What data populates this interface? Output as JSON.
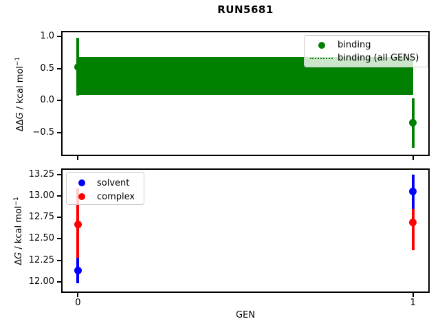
{
  "figure_title": "RUN5681",
  "colors": {
    "binding": "#008000",
    "solvent": "#0000ff",
    "complex": "#ff0000",
    "spine": "#000000",
    "legend_edge": "#cccccc"
  },
  "chart_data": [
    {
      "type": "scatter",
      "subplot": "top",
      "title": "RUN5681",
      "xlabel": "",
      "ylabel": "ΔΔG / kcal mol⁻¹",
      "ylabel_parts": {
        "prefix": "ΔΔ",
        "var": "G",
        "unit": " / kcal mol",
        "sup": "−1"
      },
      "x": [
        0,
        1
      ],
      "xlim": [
        -0.05,
        1.05
      ],
      "ylim": [
        -0.87,
        1.09
      ],
      "xticks": {
        "values": [
          0,
          1
        ],
        "labels": [
          "",
          ""
        ]
      },
      "yticks": {
        "values": [
          1.0,
          0.5,
          0.0,
          -0.5
        ],
        "labels": [
          "1.0",
          "0.5",
          "0.0",
          "−0.5"
        ]
      },
      "grid": false,
      "series": [
        {
          "name": "binding",
          "color": "#008000",
          "marker": "circle",
          "values": [
            0.53,
            -0.35
          ],
          "err": [
            0.45,
            0.39
          ]
        }
      ],
      "band": {
        "name": "binding (all GENS)",
        "color": "#008000",
        "lo": 0.09,
        "hi": 0.68,
        "center_line_style": "dotted"
      },
      "legend": {
        "position": "upper right",
        "entries": [
          {
            "label": "binding",
            "marker": "dot",
            "color": "#008000"
          },
          {
            "label": "binding (all GENS)",
            "marker": "dotted-line",
            "color": "#008000"
          }
        ]
      }
    },
    {
      "type": "scatter",
      "subplot": "bottom",
      "title": "",
      "xlabel": "GEN",
      "ylabel": "ΔG / kcal mol⁻¹",
      "ylabel_parts": {
        "prefix": "Δ",
        "var": "G",
        "unit": " / kcal mol",
        "sup": "−1"
      },
      "x": [
        0,
        1
      ],
      "xlim": [
        -0.05,
        1.05
      ],
      "ylim": [
        11.87,
        13.32
      ],
      "xticks": {
        "values": [
          0,
          1
        ],
        "labels": [
          "0",
          "1"
        ]
      },
      "yticks": {
        "values": [
          13.25,
          13.0,
          12.75,
          12.5,
          12.25,
          12.0
        ],
        "labels": [
          "13.25",
          "13.00",
          "12.75",
          "12.50",
          "12.25",
          "12.00"
        ]
      },
      "grid": false,
      "series": [
        {
          "name": "solvent",
          "color": "#0000ff",
          "marker": "circle",
          "values": [
            12.13,
            13.05
          ],
          "err": [
            0.15,
            0.2
          ]
        },
        {
          "name": "complex",
          "color": "#ff0000",
          "marker": "circle",
          "values": [
            12.67,
            12.69
          ],
          "err": [
            0.42,
            0.32
          ]
        }
      ],
      "legend": {
        "position": "upper left",
        "entries": [
          {
            "label": "solvent",
            "marker": "dot",
            "color": "#0000ff"
          },
          {
            "label": "complex",
            "marker": "dot",
            "color": "#ff0000"
          }
        ]
      }
    }
  ]
}
